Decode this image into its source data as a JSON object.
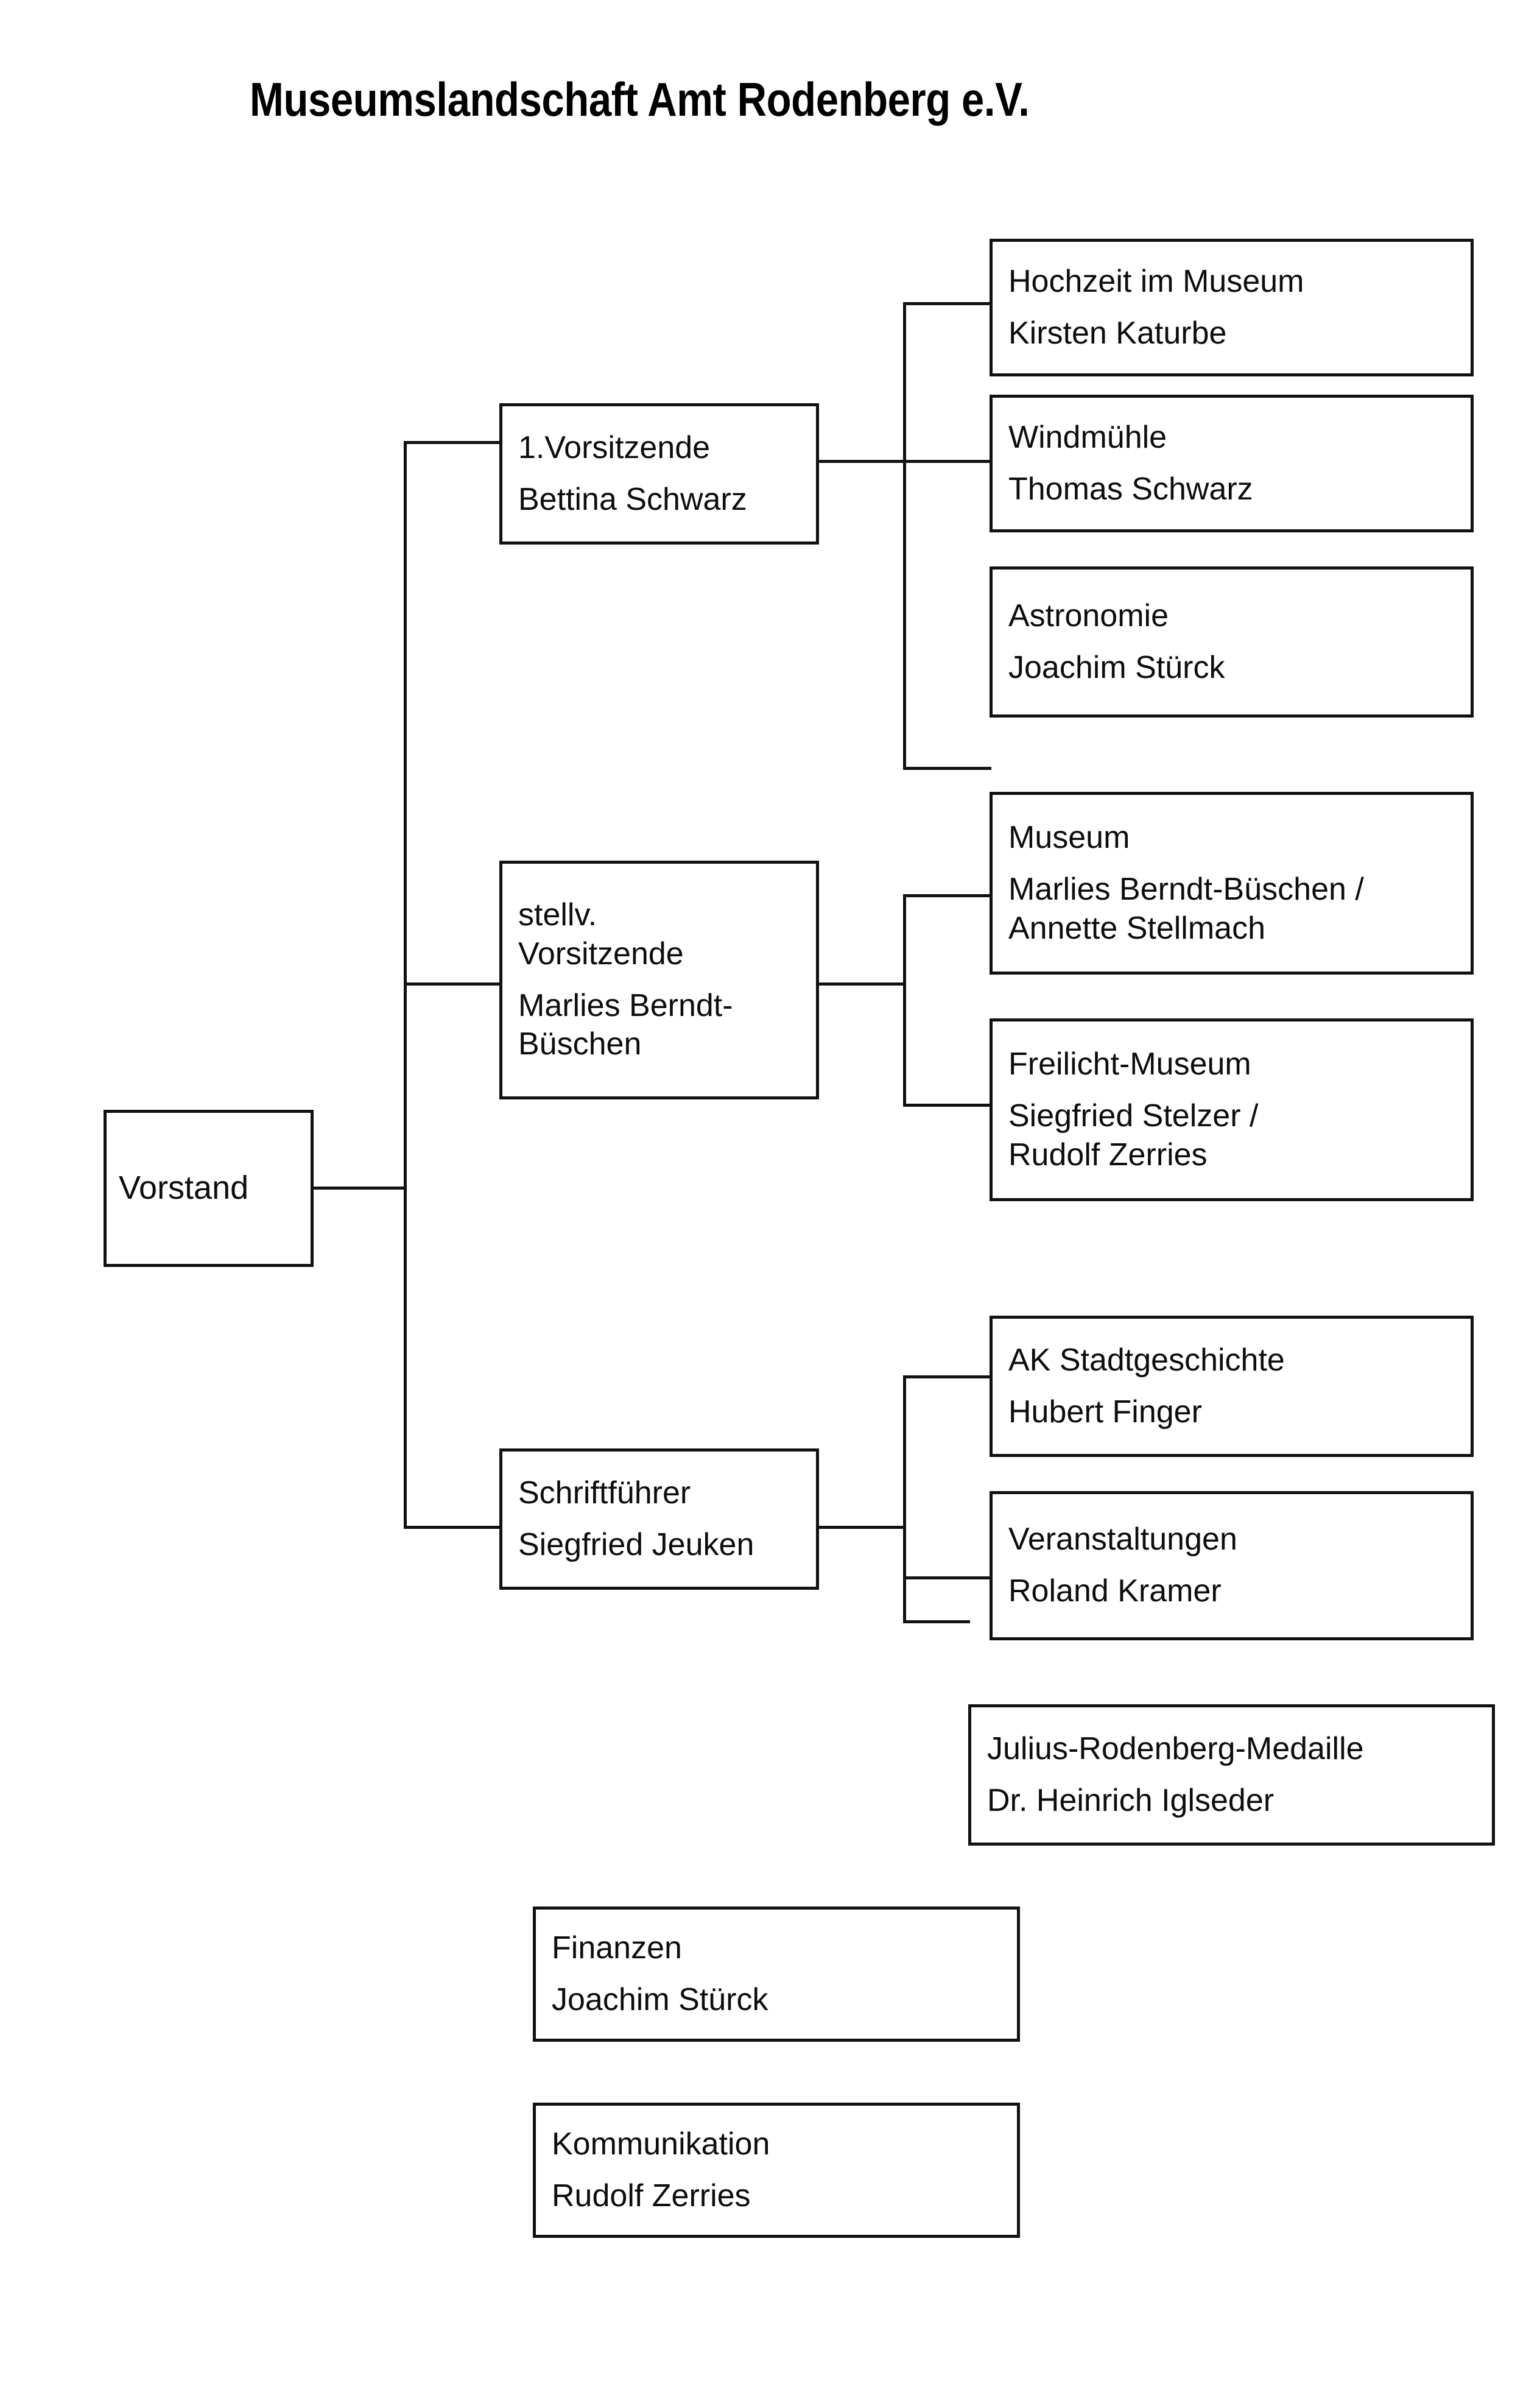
{
  "document": {
    "title": "Museumslandschaft Amt Rodenberg e.V.",
    "type": "organizational-chart",
    "language": "de",
    "colors": {
      "ink": "#111111",
      "background": "#ffffff"
    }
  },
  "root": {
    "label": "Vorstand"
  },
  "officers": [
    {
      "id": "vorsitzende",
      "role": "1.Vorsitzende",
      "person": "Bettina Schwarz"
    },
    {
      "id": "stellv-vorsitzende",
      "role": "stellv.\nVorsitzende",
      "person": "Marlies Berndt-\nBüschen"
    },
    {
      "id": "schriftfuehrer",
      "role": "Schriftführer",
      "person": "Siegfried Jeuken"
    }
  ],
  "departments": {
    "vorsitzende": [
      {
        "role": "Hochzeit im Museum",
        "person": "Kirsten Katurbe"
      },
      {
        "role": "Windmühle",
        "person": "Thomas Schwarz"
      },
      {
        "role": "Astronomie",
        "person": "Joachim Stürck"
      }
    ],
    "stellv-vorsitzende": [
      {
        "role": "Museum",
        "person": "Marlies Berndt-Büschen /\nAnnette Stellmach"
      },
      {
        "role": "Freilicht-Museum",
        "person": "Siegfried Stelzer /\nRudolf Zerries"
      }
    ],
    "schriftfuehrer": [
      {
        "role": "AK Stadtgeschichte",
        "person": "Hubert Finger"
      },
      {
        "role": "Veranstaltungen",
        "person": "Roland Kramer"
      },
      {
        "role": "Julius-Rodenberg-Medaille",
        "person": "Dr. Heinrich Iglseder"
      }
    ]
  },
  "standalone": [
    {
      "id": "finanzen",
      "role": "Finanzen",
      "person": "Joachim Stürck"
    },
    {
      "id": "kommunikation",
      "role": "Kommunikation",
      "person": "Rudolf Zerries"
    }
  ]
}
